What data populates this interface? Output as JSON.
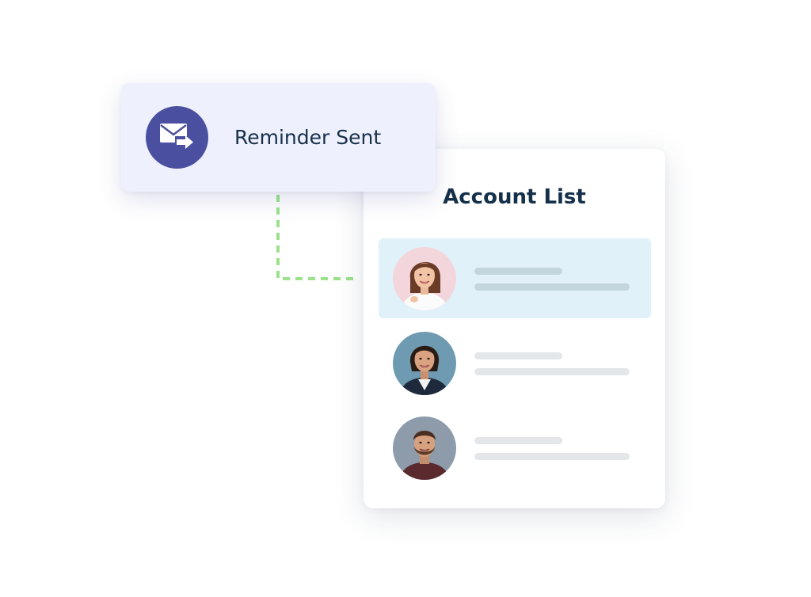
{
  "reminder": {
    "label": "Reminder Sent",
    "icon": "mail-forward-icon",
    "icon_bg": "#4a4f9f"
  },
  "account_list": {
    "title": "Account List",
    "highlight_color": "#e0f1f9",
    "accounts": [
      {
        "avatar": "avatar-woman-1",
        "selected": true
      },
      {
        "avatar": "avatar-woman-2",
        "selected": false
      },
      {
        "avatar": "avatar-man-1",
        "selected": false
      }
    ]
  },
  "connector": {
    "style": "dashed",
    "color": "#9be28b"
  }
}
